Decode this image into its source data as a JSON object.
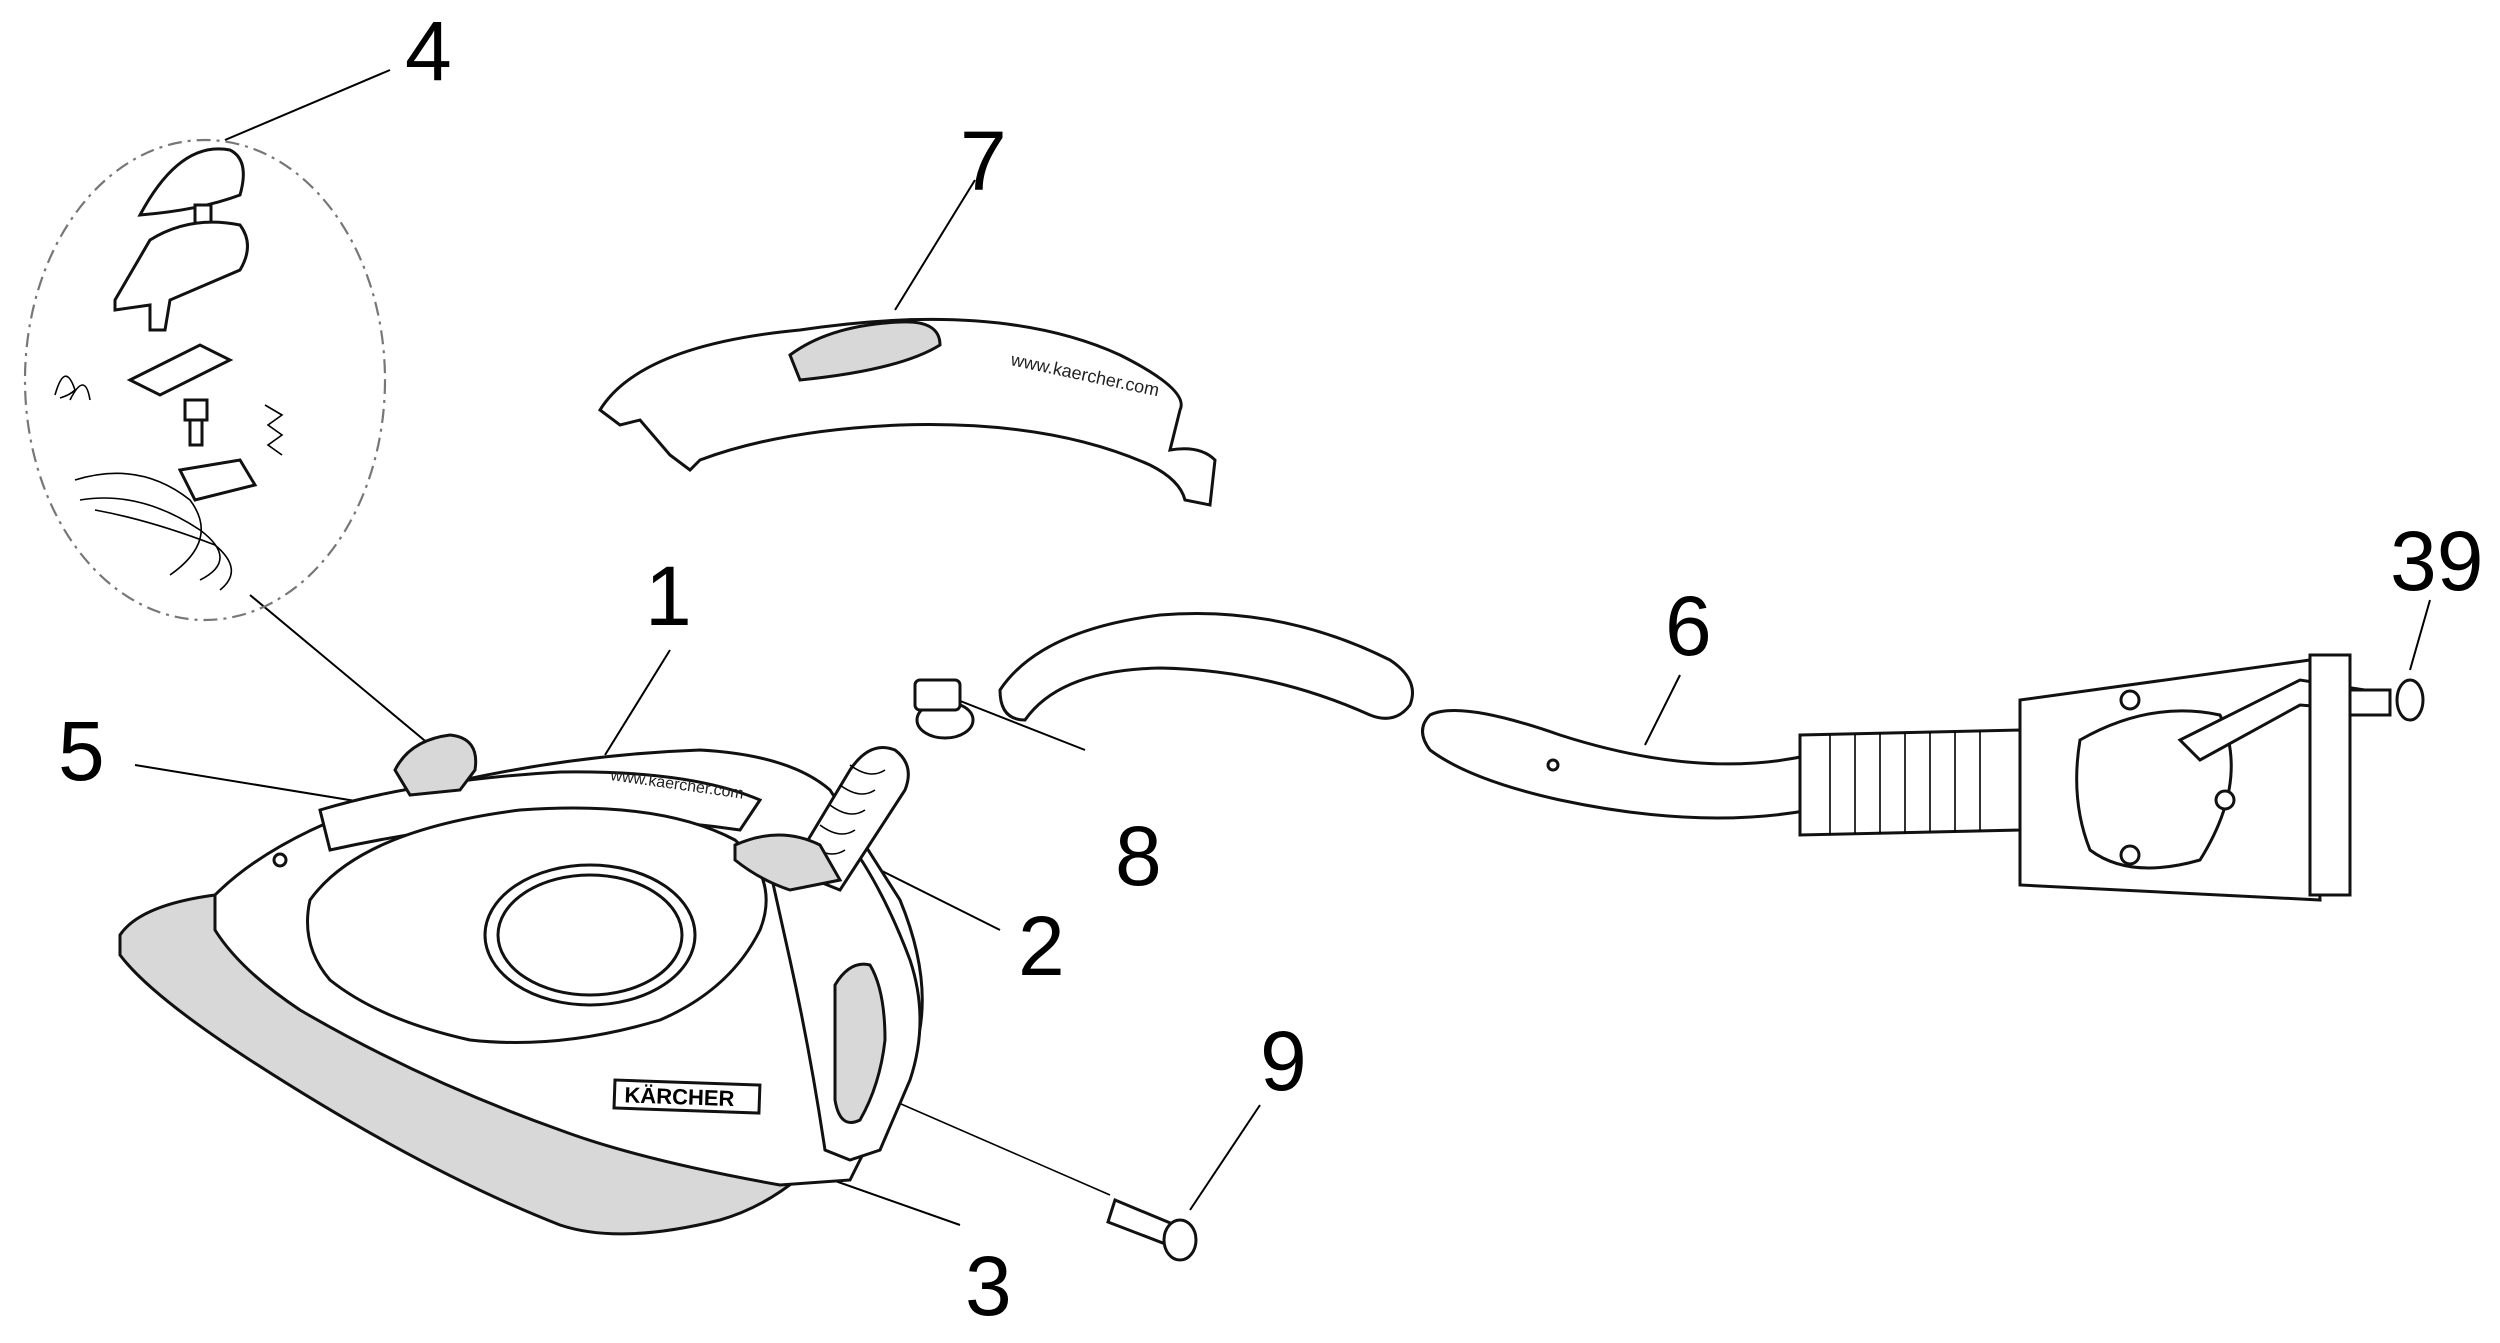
{
  "diagram": {
    "brand_label": "KÄRCHER",
    "website_label": "www.kaercher.com",
    "callouts": [
      "1",
      "2",
      "3",
      "4",
      "5",
      "6",
      "7",
      "8",
      "9",
      "39"
    ]
  },
  "colors": {
    "line": "#000000",
    "part_fill": "#ffffff",
    "shade": "#d8d8d8",
    "dash": "#777777"
  }
}
